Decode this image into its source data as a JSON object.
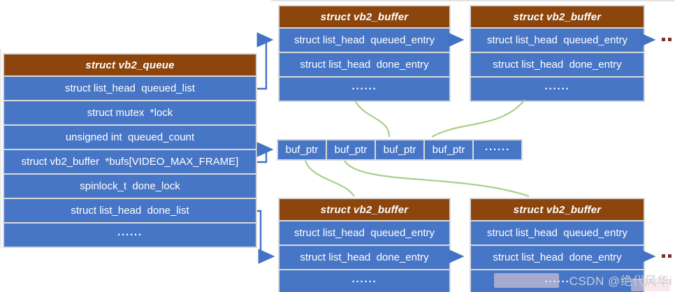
{
  "queue_table": {
    "title": "struct vb2_queue",
    "rows": [
      "struct list_head  queued_list",
      "struct mutex  *lock",
      "unsigned int  queued_count",
      "struct vb2_buffer  *bufs[VIDEO_MAX_FRAME]",
      "spinlock_t  done_lock",
      "struct list_head  done_list",
      "······"
    ]
  },
  "buffer_table": {
    "title": "struct vb2_buffer",
    "rows": [
      "struct list_head  queued_entry",
      "struct list_head  done_entry",
      "······"
    ]
  },
  "buf_array": {
    "cells": [
      "buf_ptr",
      "buf_ptr",
      "buf_ptr",
      "buf_ptr",
      "······"
    ]
  },
  "continuation_dots": "··",
  "watermark": "CSDN @绝代风华i",
  "colors": {
    "header_brown": "#8c450d",
    "row_blue": "#4876c6",
    "arrow_blue": "#4472c4",
    "link_green": "#a8d08d",
    "dot_maroon": "#7b3128",
    "border_gray": "#d9d9d9",
    "watermark_gray": "#c9cdd4"
  }
}
